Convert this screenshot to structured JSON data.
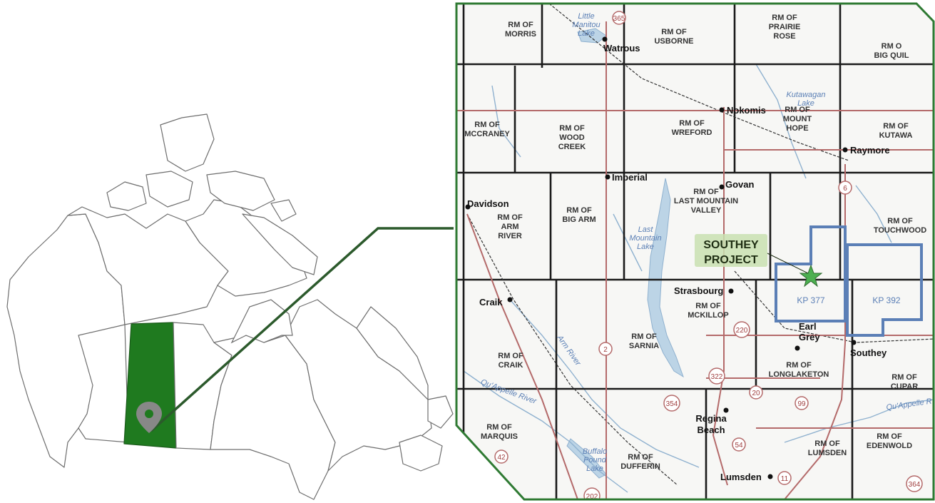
{
  "colors": {
    "saskatchewan": "#1f7a1f",
    "frame": "#2f7a33",
    "leader": "#2c5a2c",
    "road": "#b46a6a",
    "water": "#b9d3e6",
    "claim": "#5b7fb6",
    "marker": "#888888",
    "star": "#4caf50"
  },
  "icons": {
    "location_marker": "map-pin-icon",
    "project_marker": "star-icon"
  },
  "project": {
    "line1": "SOUTHEY",
    "line2": "PROJECT"
  },
  "claims": {
    "kp377": "KP 377",
    "kp392": "KP 392"
  },
  "rms": {
    "morris": [
      "RM OF",
      "MORRIS"
    ],
    "usborne": [
      "RM OF",
      "USBORNE"
    ],
    "prairie_rose": [
      "RM OF",
      "PRAIRIE",
      "ROSE"
    ],
    "big_quill": [
      "RM O",
      "BIG QUIL"
    ],
    "mccraney": [
      "RM OF",
      "MCCRANEY"
    ],
    "wood_creek": [
      "RM OF",
      "WOOD",
      "CREEK"
    ],
    "wreford": [
      "RM OF",
      "WREFORD"
    ],
    "mount_hope": [
      "RM OF",
      "MOUNT",
      "HOPE"
    ],
    "kutawa": [
      "RM OF",
      "KUTAWA"
    ],
    "arm_river": [
      "RM OF",
      "ARM",
      "RIVER"
    ],
    "big_arm": [
      "RM OF",
      "BIG ARM"
    ],
    "last_mountain_valley": [
      "RM OF",
      "LAST MOUNTAIN",
      "VALLEY"
    ],
    "touchwood": [
      "RM OF",
      "TOUCHWOOD"
    ],
    "mckillop": [
      "RM OF",
      "MCKILLOP"
    ],
    "craik": [
      "RM OF",
      "CRAIK"
    ],
    "sarnia": [
      "RM OF",
      "SARNIA"
    ],
    "longlaketon": [
      "RM OF",
      "LONGLAKETON"
    ],
    "cupar": [
      "RM OF",
      "CUPAR"
    ],
    "marquis": [
      "RM OF",
      "MARQUIS"
    ],
    "dufferin": [
      "RM OF",
      "DUFFERIN"
    ],
    "lumsden": [
      "RM OF",
      "LUMSDEN"
    ],
    "edenwold": [
      "RM OF",
      "EDENWOLD"
    ]
  },
  "towns": {
    "watrous": "Watrous",
    "nokomis": "Nokomis",
    "raymore": "Raymore",
    "imperial": "Imperial",
    "govan": "Govan",
    "davidson": "Davidson",
    "strasbourg": "Strasbourg",
    "craik": "Craik",
    "earl_grey": [
      "Earl",
      "Grey"
    ],
    "southey": "Southey",
    "regina_beach": [
      "Regina",
      "Beach"
    ],
    "lumsden": "Lumsden"
  },
  "water": {
    "little_manitou": [
      "Little",
      "Manitou",
      "Lake"
    ],
    "kutawagan": [
      "Kutawagan",
      "Lake"
    ],
    "last_mountain": [
      "Last",
      "Mountain",
      "Lake"
    ],
    "arm_river": "Arm River",
    "qu_appelle_river": "Qu'Appelle River",
    "qu_appelle_east": "Qu'Appelle R",
    "buffalo_pound": [
      "Buffalo",
      "Pound",
      "Lake"
    ]
  },
  "highways": [
    "365",
    "6",
    "2",
    "220",
    "322",
    "20",
    "354",
    "54",
    "99",
    "42",
    "202",
    "11",
    "364"
  ]
}
